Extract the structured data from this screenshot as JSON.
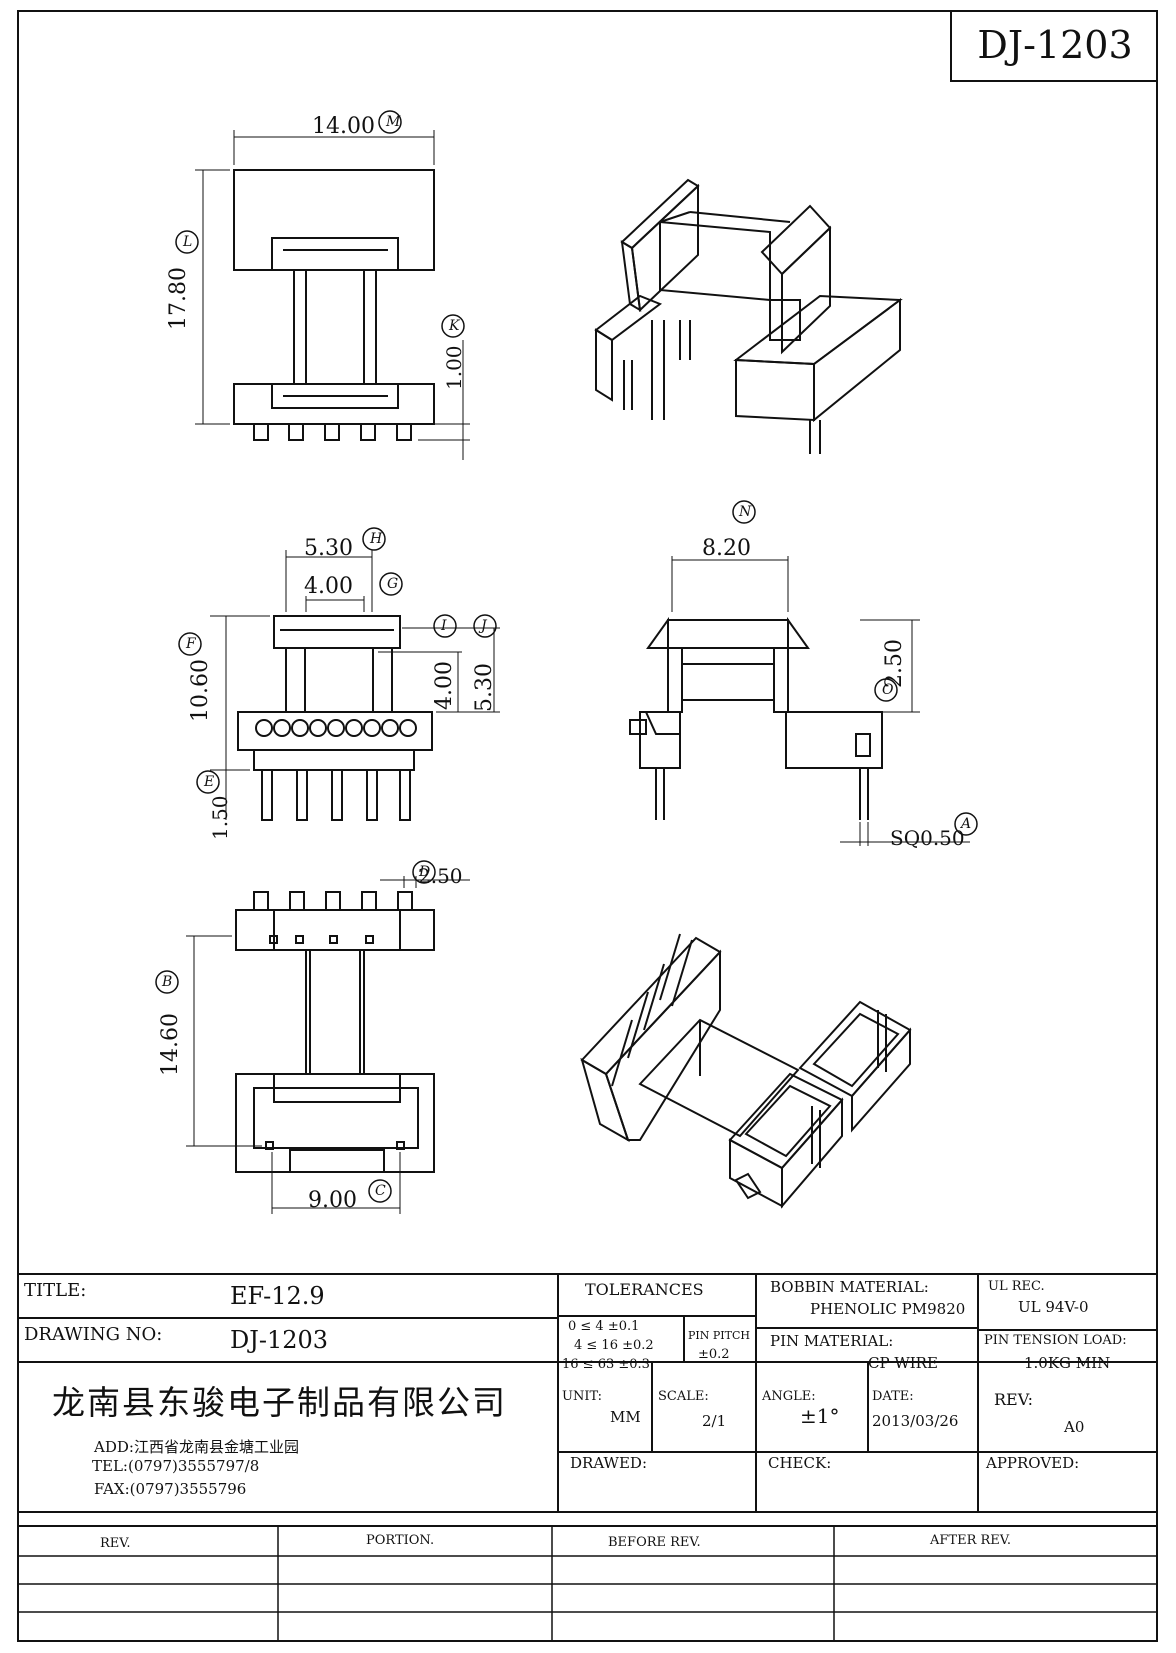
{
  "drawing_number": "DJ-1203",
  "dimensions": {
    "width_m": "14.00",
    "height_l": "17.80",
    "pin_height_k": "1.00",
    "width_h": "5.30",
    "width_g": "4.00",
    "height_f": "10.60",
    "height_i": "4.00",
    "height_j": "5.30",
    "pin_e": "1.50",
    "width_n": "8.20",
    "height_o": "2.50",
    "pin_sq_a": "SQ0.50",
    "pitch_d": "2.50",
    "span_b": "14.60",
    "span_c": "9.00"
  },
  "callouts": [
    "M",
    "L",
    "K",
    "H",
    "G",
    "F",
    "I",
    "J",
    "E",
    "N",
    "O",
    "A",
    "D",
    "B",
    "C"
  ],
  "title_block": {
    "title_label": "TITLE:",
    "title_value": "EF-12.9",
    "drawing_no_label": "DRAWING NO:",
    "drawing_no_value": "DJ-1203",
    "company": "龙南县东骏电子制品有限公司",
    "address": "ADD:江西省龙南县金塘工业园",
    "tel": "TEL:(0797)3555797/8",
    "fax": "FAX:(0797)3555796",
    "tolerances_label": "TOLERANCES",
    "tol_rows": [
      "0 ≤ 4   ±0.1",
      "4 ≤ 16  ±0.2",
      "16 ≤ 63  ±0.3"
    ],
    "pin_pitch_label": "PIN PITCH",
    "pin_pitch_value": "±0.2",
    "bobbin_material_label": "BOBBIN MATERIAL:",
    "bobbin_material_value": "PHENOLIC PM9820",
    "ul_rec_label": "UL REC.",
    "ul_rec_value": "UL   94V-0",
    "pin_material_label": "PIN MATERIAL:",
    "pin_material_value": "CP WIRE",
    "pin_tension_label": "PIN TENSION LOAD:",
    "pin_tension_value": "1.0KG MIN",
    "unit_label": "UNIT:",
    "unit_value": "MM",
    "scale_label": "SCALE:",
    "scale_value": "2/1",
    "angle_label": "ANGLE:",
    "angle_value": "±1°",
    "date_label": "DATE:",
    "date_value": "2013/03/26",
    "rev_label": "REV:",
    "rev_value": "A0",
    "drawed_label": "DRAWED:",
    "check_label": "CHECK:",
    "approved_label": "APPROVED:"
  },
  "revision_table": {
    "headers": [
      "REV.",
      "PORTION.",
      "BEFORE REV.",
      "AFTER REV."
    ]
  }
}
